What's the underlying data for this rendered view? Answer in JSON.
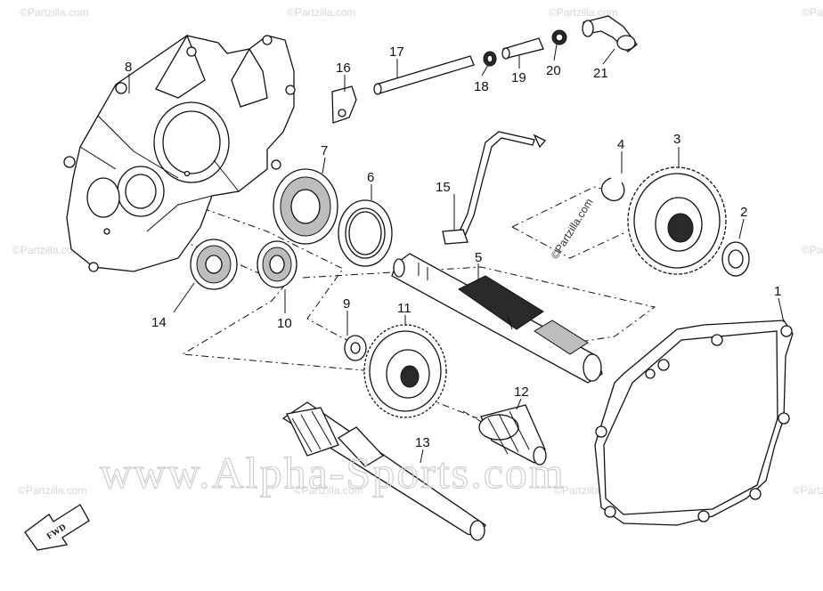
{
  "watermarks": {
    "main": "www.Alpha-Sports.com",
    "small": "©Partzilla.com",
    "overlay": "©Partzilla.com"
  },
  "fwd_label": "FWD",
  "callouts": [
    {
      "id": "1",
      "label": "1"
    },
    {
      "id": "2",
      "label": "2"
    },
    {
      "id": "3",
      "label": "3"
    },
    {
      "id": "4",
      "label": "4"
    },
    {
      "id": "5",
      "label": "5"
    },
    {
      "id": "6",
      "label": "6"
    },
    {
      "id": "7",
      "label": "7"
    },
    {
      "id": "8",
      "label": "8"
    },
    {
      "id": "9",
      "label": "9"
    },
    {
      "id": "10",
      "label": "10"
    },
    {
      "id": "11",
      "label": "11"
    },
    {
      "id": "12",
      "label": "12"
    },
    {
      "id": "13",
      "label": "13"
    },
    {
      "id": "14",
      "label": "14"
    },
    {
      "id": "15",
      "label": "15"
    },
    {
      "id": "16",
      "label": "16"
    },
    {
      "id": "17",
      "label": "17"
    },
    {
      "id": "18",
      "label": "18"
    },
    {
      "id": "19",
      "label": "19"
    },
    {
      "id": "20",
      "label": "20"
    },
    {
      "id": "21",
      "label": "21"
    }
  ]
}
